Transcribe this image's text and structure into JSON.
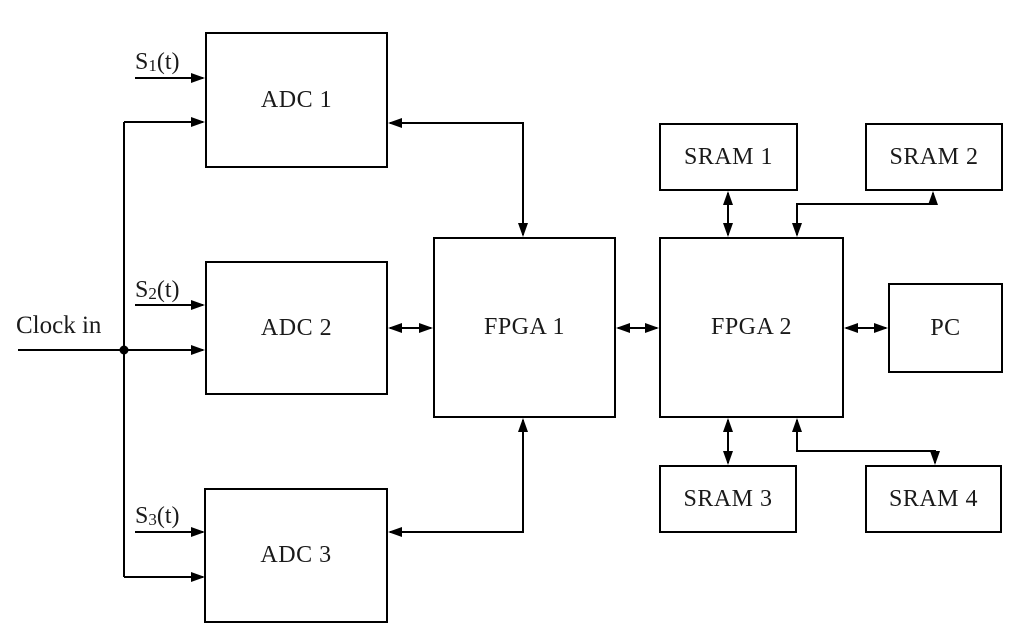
{
  "diagram": {
    "type": "block-diagram",
    "description": "Data acquisition system: three analog signals into ADCs, clock distribution, two FPGAs with four SRAM banks and a PC interface",
    "colors": {
      "background": "#ffffff",
      "line": "#000000",
      "text": "#1a1a1a",
      "box_fill": "#ffffff"
    }
  },
  "blocks": {
    "adc1": {
      "label": "ADC 1"
    },
    "adc2": {
      "label": "ADC 2"
    },
    "adc3": {
      "label": "ADC 3"
    },
    "fpga1": {
      "label": "FPGA 1"
    },
    "fpga2": {
      "label": "FPGA 2"
    },
    "sram1": {
      "label": "SRAM 1"
    },
    "sram2": {
      "label": "SRAM 2"
    },
    "sram3": {
      "label": "SRAM 3"
    },
    "sram4": {
      "label": "SRAM 4"
    },
    "pc": {
      "label": "PC"
    }
  },
  "labels": {
    "clock_in": "Clock in",
    "s1": {
      "base": "S",
      "sub": "1",
      "suffix": "(t)"
    },
    "s2": {
      "base": "S",
      "sub": "2",
      "suffix": "(t)"
    },
    "s3": {
      "base": "S",
      "sub": "3",
      "suffix": "(t)"
    }
  },
  "connections": [
    {
      "from": "s1-signal",
      "to": "adc1",
      "type": "arrow"
    },
    {
      "from": "s2-signal",
      "to": "adc2",
      "type": "arrow"
    },
    {
      "from": "s3-signal",
      "to": "adc3",
      "type": "arrow"
    },
    {
      "from": "clock-in",
      "to": "adc1",
      "type": "arrow"
    },
    {
      "from": "clock-in",
      "to": "adc2",
      "type": "arrow"
    },
    {
      "from": "clock-in",
      "to": "adc3",
      "type": "arrow"
    },
    {
      "from": "adc1",
      "to": "fpga1",
      "type": "bidirectional"
    },
    {
      "from": "adc2",
      "to": "fpga1",
      "type": "bidirectional"
    },
    {
      "from": "adc3",
      "to": "fpga1",
      "type": "bidirectional"
    },
    {
      "from": "fpga1",
      "to": "fpga2",
      "type": "bidirectional"
    },
    {
      "from": "fpga2",
      "to": "sram1",
      "type": "bidirectional"
    },
    {
      "from": "fpga2",
      "to": "sram2",
      "type": "bidirectional"
    },
    {
      "from": "fpga2",
      "to": "sram3",
      "type": "bidirectional"
    },
    {
      "from": "fpga2",
      "to": "sram4",
      "type": "bidirectional"
    },
    {
      "from": "fpga2",
      "to": "pc",
      "type": "bidirectional"
    }
  ]
}
